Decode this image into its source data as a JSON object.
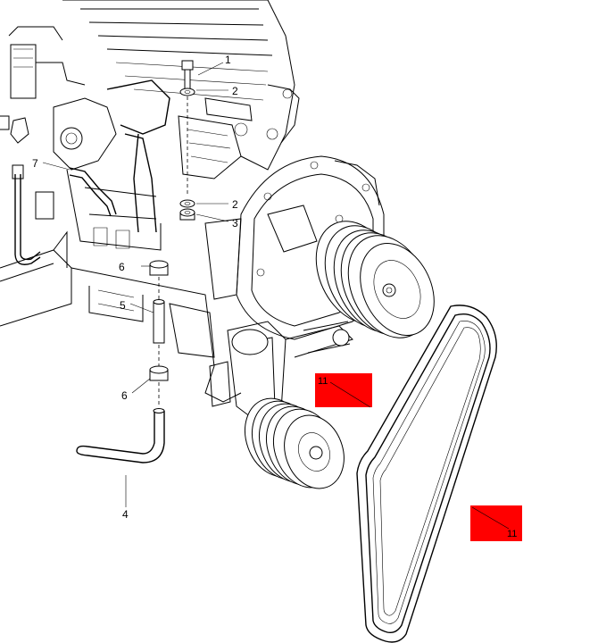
{
  "diagram": {
    "callouts": [
      {
        "id": "c1",
        "label": "1"
      },
      {
        "id": "c2a",
        "label": "2"
      },
      {
        "id": "c2b",
        "label": "2"
      },
      {
        "id": "c3",
        "label": "3"
      },
      {
        "id": "c4",
        "label": "4"
      },
      {
        "id": "c5",
        "label": "5"
      },
      {
        "id": "c6a",
        "label": "6"
      },
      {
        "id": "c6b",
        "label": "6"
      },
      {
        "id": "c7",
        "label": "7"
      }
    ],
    "hotspots": [
      {
        "id": "h11a",
        "label": "11",
        "color": "#ff0000"
      },
      {
        "id": "h11b",
        "label": "11",
        "color": "#ff0000"
      }
    ]
  }
}
